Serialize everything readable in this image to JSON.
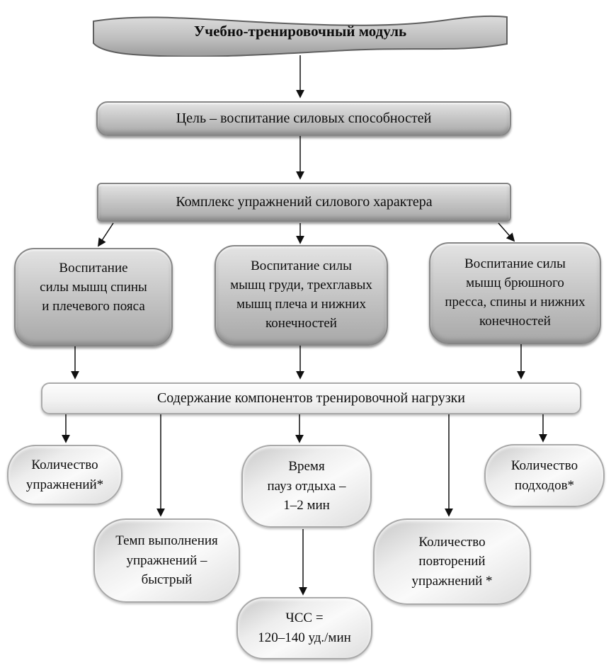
{
  "diagram": {
    "banner": {
      "label": "Учебно-тренировочный модуль"
    },
    "goal": {
      "label": "Цель – воспитание силовых способностей"
    },
    "complex": {
      "label": "Комплекс упражнений силового характера"
    },
    "groups": [
      {
        "label": "Воспитание\nсилы мышц спины\nи плечевого пояса"
      },
      {
        "label": "Воспитание силы\nмышц груди, трехглавых\nмышц плеча и нижних\nконечностей"
      },
      {
        "label": "Воспитание силы\nмышц брюшного\nпресса, спины и нижних\nконечностей"
      }
    ],
    "load_bar": {
      "label": "Содержание компонентов тренировочной нагрузки"
    },
    "components": [
      {
        "label": "Количество\nупражнений*"
      },
      {
        "label": "Темп выполнения\nупражнений –\nбыстрый"
      },
      {
        "label": "Время\nпауз отдыха –\n1–2 мин"
      },
      {
        "label": "Количество\nповторений\nупражнений *"
      },
      {
        "label": "Количество\nподходов*"
      }
    ],
    "hr": {
      "label": "ЧСС =\n120–140 уд./мин"
    },
    "palette": {
      "node_gray": "#c6c6c6",
      "node_light": "#f2f2f2",
      "border_gray": "#868686",
      "line_color": "#111111"
    }
  }
}
